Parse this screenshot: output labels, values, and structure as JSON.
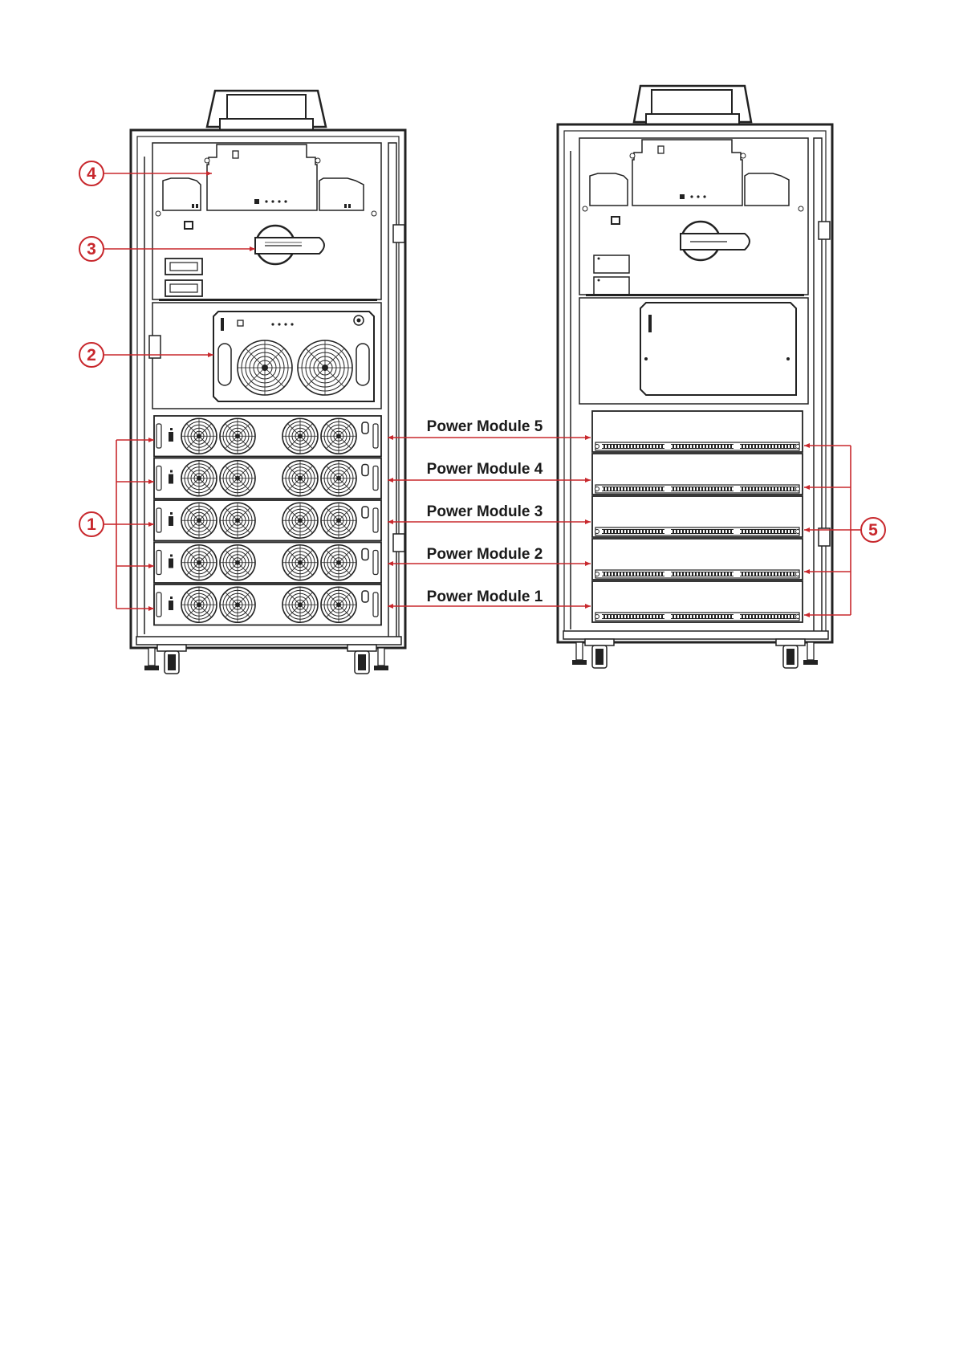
{
  "colors": {
    "callout": "#c8282d",
    "outline": "#222222",
    "panel": "#ffffff"
  },
  "callouts": {
    "c1": "1",
    "c2": "2",
    "c3": "3",
    "c4": "4",
    "c5": "5"
  },
  "modules": [
    {
      "label": "Power Module 5"
    },
    {
      "label": "Power Module 4"
    },
    {
      "label": "Power Module 3"
    },
    {
      "label": "Power Module 2"
    },
    {
      "label": "Power Module 1"
    }
  ]
}
